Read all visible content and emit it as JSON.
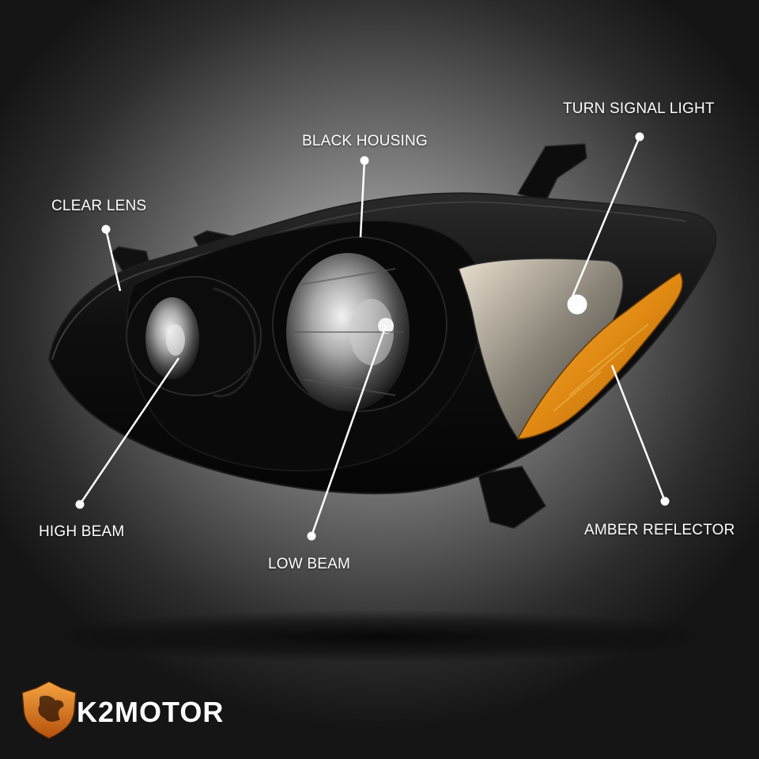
{
  "brand": {
    "wordmark": "K2MOTOR",
    "shield_color": "#e8781e"
  },
  "callouts": {
    "clear_lens": "CLEAR LENS",
    "black_housing": "BLACK HOUSING",
    "turn_signal_light": "TURN SIGNAL LIGHT",
    "high_beam": "HIGH BEAM",
    "low_beam": "LOW BEAM",
    "amber_reflector": "AMBER REFLECTOR"
  },
  "colors": {
    "housing": "#101010",
    "amber": "#e89a1a",
    "chrome": "#c8c8c8",
    "callout_line": "#ffffff"
  }
}
